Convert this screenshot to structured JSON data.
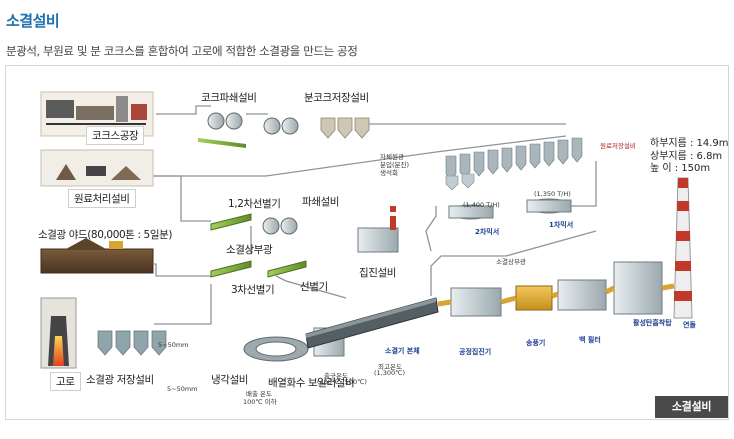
{
  "header": {
    "title": "소결설비",
    "description": "분광석, 부원료 및 분 코크스를 혼합하여 고로에 적합한 소결광을 만드는 공정"
  },
  "diagram": {
    "labels": {
      "coke_plant": "코크스공장",
      "coke_crusher": "코크파쇄설비",
      "fine_coke_storage": "분코크저장설비",
      "raw_material_handling": "원료처리설비",
      "sinter_yard": "소결광 야드(80,000톤 : 5일분)",
      "screen_12": "1,2차선별기",
      "crusher": "파쇄설비",
      "sinter_ore_upper": "소결상부광",
      "screen_3": "3차선별기",
      "screener": "선별기",
      "dust_collector": "집진설비",
      "blast_furnace": "고로",
      "sinter_storage": "소결광 저장설비",
      "cooler": "냉각설비",
      "waste_heat_boiler": "배열화수 보일러설비",
      "sinter_machine": "소결기 본체",
      "process_dust_collector": "공정집진기",
      "blower": "송풍기",
      "bag_filter": "백 필터",
      "desulfurization": "활성탄흡착탑",
      "stack": "연돌",
      "raw_storage": "원료저장설비",
      "mixer_2": "2차믹서",
      "mixer_1": "1차믹서",
      "sinter_return": "소결상부광",
      "flow_1400": "(1,400 T/H)",
      "flow_1350": "(1,350 T/H)",
      "size_5_50_a": "5~50mm",
      "size_5_50_b": "5~50mm",
      "exhaust_temp": "배출 온도",
      "exhaust_temp_val": "100℃ 이하",
      "exit_temp": "출구온도",
      "exit_temp_val": "(400℃~500℃)",
      "max_temp": "최고온도",
      "max_temp_val": "(1,300℃)",
      "hopper_label_1": "자체원광",
      "hopper_label_2": "분입(분진)",
      "hopper_label_3": "생석회"
    },
    "stack_specs": [
      "하부지름 : 14.9m",
      "상부지름 :   6.8m",
      "높      이 : 150m"
    ],
    "caption": "소결설비"
  },
  "colors": {
    "title": "#1c6fae",
    "conveyor": "#9fb3b9",
    "belt_line": "#8a8a8a",
    "machine_yellow": "#d9a532",
    "machine_green": "#7fae3c",
    "stack_red": "#c0392b"
  }
}
